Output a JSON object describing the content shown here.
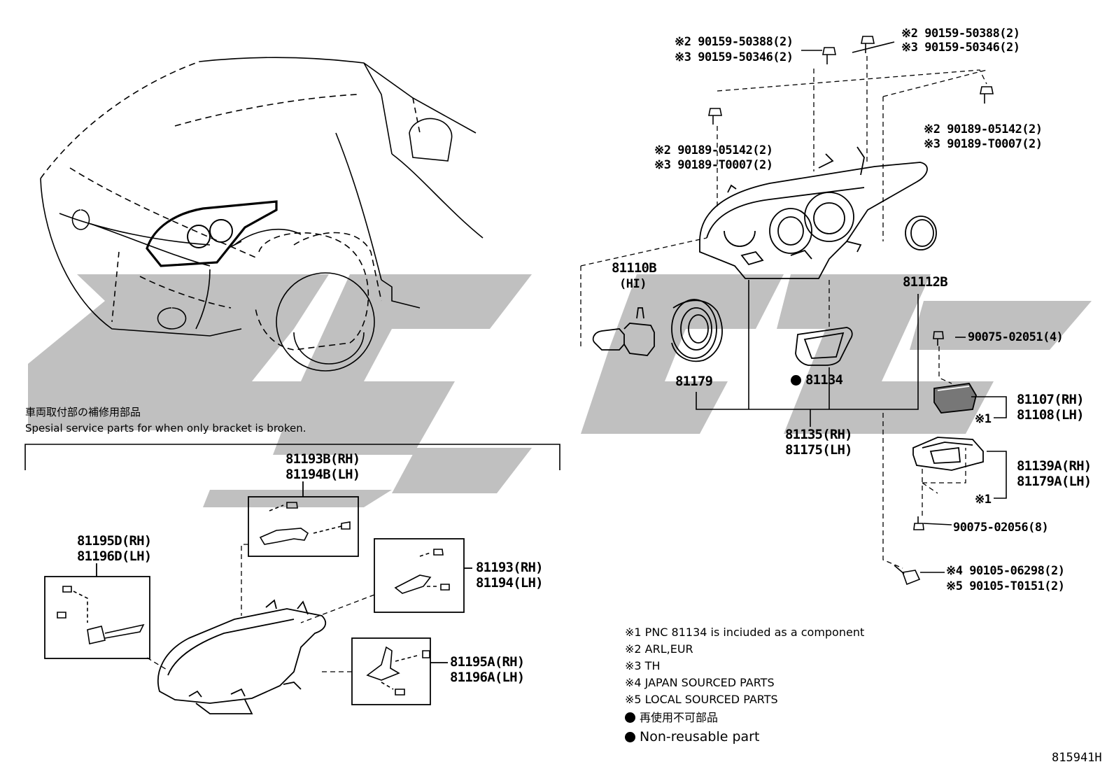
{
  "colors": {
    "ink": "#000000",
    "watermark": "#bdbdbd",
    "background": "#ffffff"
  },
  "special_section": {
    "title_jp": "車両取付部の補修用部品",
    "title_en": "Spesial service parts for when only bracket is broken."
  },
  "callouts": {
    "top_left_bolt": [
      "※2 90159-50388(2)",
      "※3 90159-50346(2)"
    ],
    "top_right_bolt": [
      "※2 90159-50388(2)",
      "※3 90159-50346(2)"
    ],
    "left_clip": [
      "※2 90189-05142(2)",
      "※3 90189-T0007(2)"
    ],
    "right_clip": [
      "※2 90189-05142(2)",
      "※3 90189-T0007(2)"
    ],
    "bulb": [
      "81110B",
      "(HI)"
    ],
    "cap": "81112B",
    "ring": "81179",
    "gasket": "81134",
    "assembly": [
      "81135(RH)",
      "81175(LH)"
    ],
    "screw_small": "90075-02051(4)",
    "ballast_ctrl": [
      "81107(RH)",
      "81108(LH)"
    ],
    "ballast_ctrl_note": "※1",
    "ballast": [
      "81139A(RH)",
      "81179A(LH)"
    ],
    "ballast_note": "※1",
    "screw_ballast": "90075-02056(8)",
    "bolt_bottom": [
      "※4 90105-06298(2)",
      "※5 90105-T0151(2)"
    ],
    "bracket_b": [
      "81193B(RH)",
      "81194B(LH)"
    ],
    "bracket_d": [
      "81195D(RH)",
      "81196D(LH)"
    ],
    "bracket_c": [
      "81193(RH)",
      "81194(LH)"
    ],
    "bracket_a": [
      "81195A(RH)",
      "81196A(LH)"
    ]
  },
  "notes": [
    "※1 PNC 81134 is inciuded as a component",
    "※2 ARL,EUR",
    "※3 TH",
    "※4 JAPAN SOURCED PARTS",
    "※5 LOCAL SOURCED PARTS"
  ],
  "legend": [
    "再使用不可部品",
    "Non-reusable part"
  ],
  "figure_id": "815941H"
}
